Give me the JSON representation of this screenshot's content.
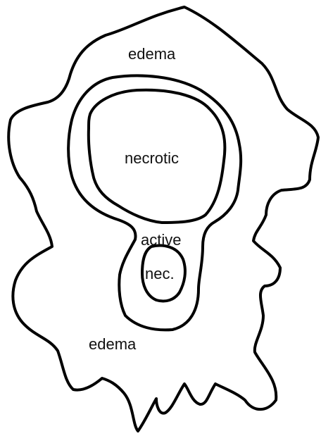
{
  "labels": {
    "edema_top": "edema",
    "necrotic": "necrotic",
    "active": "active",
    "nec_small": "nec.",
    "edema_bottom": "edema"
  },
  "colors": {
    "outline": "#000000",
    "text": "#111111",
    "background": "#ffffff"
  }
}
